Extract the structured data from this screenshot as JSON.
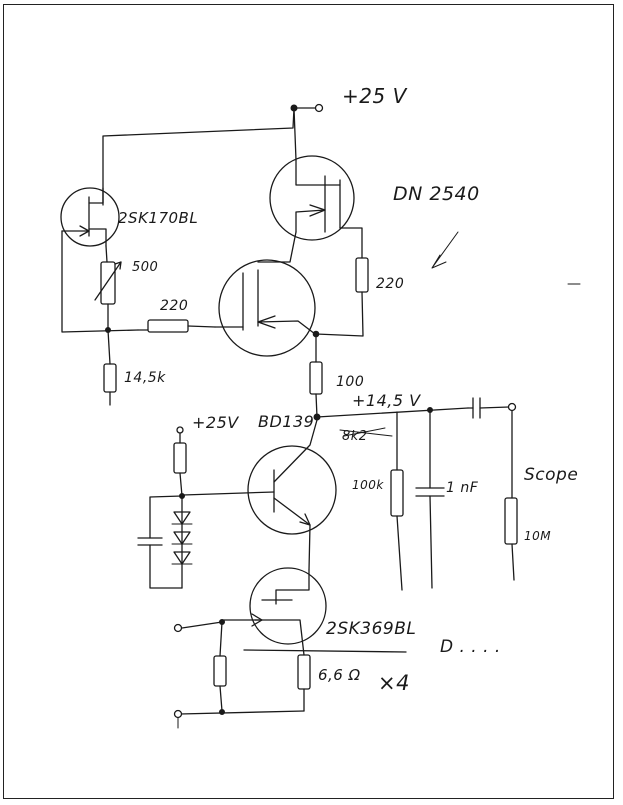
{
  "supply": {
    "main": "+25 V",
    "aux": "+25V",
    "mid": "+14,5 V"
  },
  "parts": {
    "jfet_top": "2SK170BL",
    "mosfet": "DN 2540",
    "bjt": "BD139",
    "jfet_bottom": "2SK369BL",
    "pot": "500",
    "r_gate": "220",
    "r_drain": "220",
    "r_source": "14,5k",
    "r_mid": "100",
    "r_bias": "100k",
    "cap": "1 nF",
    "r_scope": "10M",
    "r_bottom": "6,6 Ω"
  },
  "labels": {
    "scope": "Scope",
    "scribble": "8k2",
    "multiplier": "×4",
    "trail": "D . . . ."
  }
}
